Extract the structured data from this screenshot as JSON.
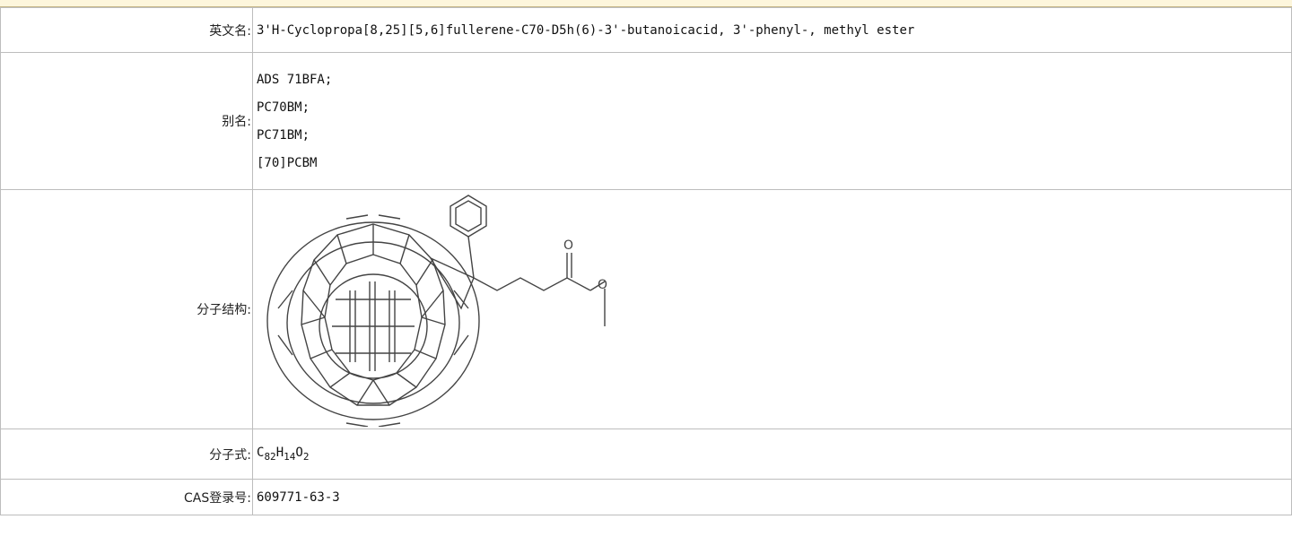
{
  "rows": {
    "english_name": {
      "label": "英文名:",
      "value": "3'H-Cyclopropa[8,25][5,6]fullerene-C70-D5h(6)-3'-butanoicacid, 3'-phenyl-, methyl ester"
    },
    "alias": {
      "label": "别名:",
      "items": [
        "ADS 71BFA;",
        "PC70BM;",
        "PC71BM;",
        "[70]PCBM"
      ]
    },
    "structure": {
      "label": "分子结构:",
      "oxygen_labels": [
        "O",
        "O"
      ]
    },
    "formula": {
      "label": "分子式:",
      "parts": {
        "c": "C",
        "c_n": "82",
        "h": "H",
        "h_n": "14",
        "o": "O",
        "o_n": "2"
      }
    },
    "cas": {
      "label": "CAS登录号:",
      "value": "609771-63-3"
    }
  },
  "colors": {
    "header_band": "#fdf6dc",
    "border": "#bdbdbd",
    "drawing_stroke": "#444444"
  }
}
